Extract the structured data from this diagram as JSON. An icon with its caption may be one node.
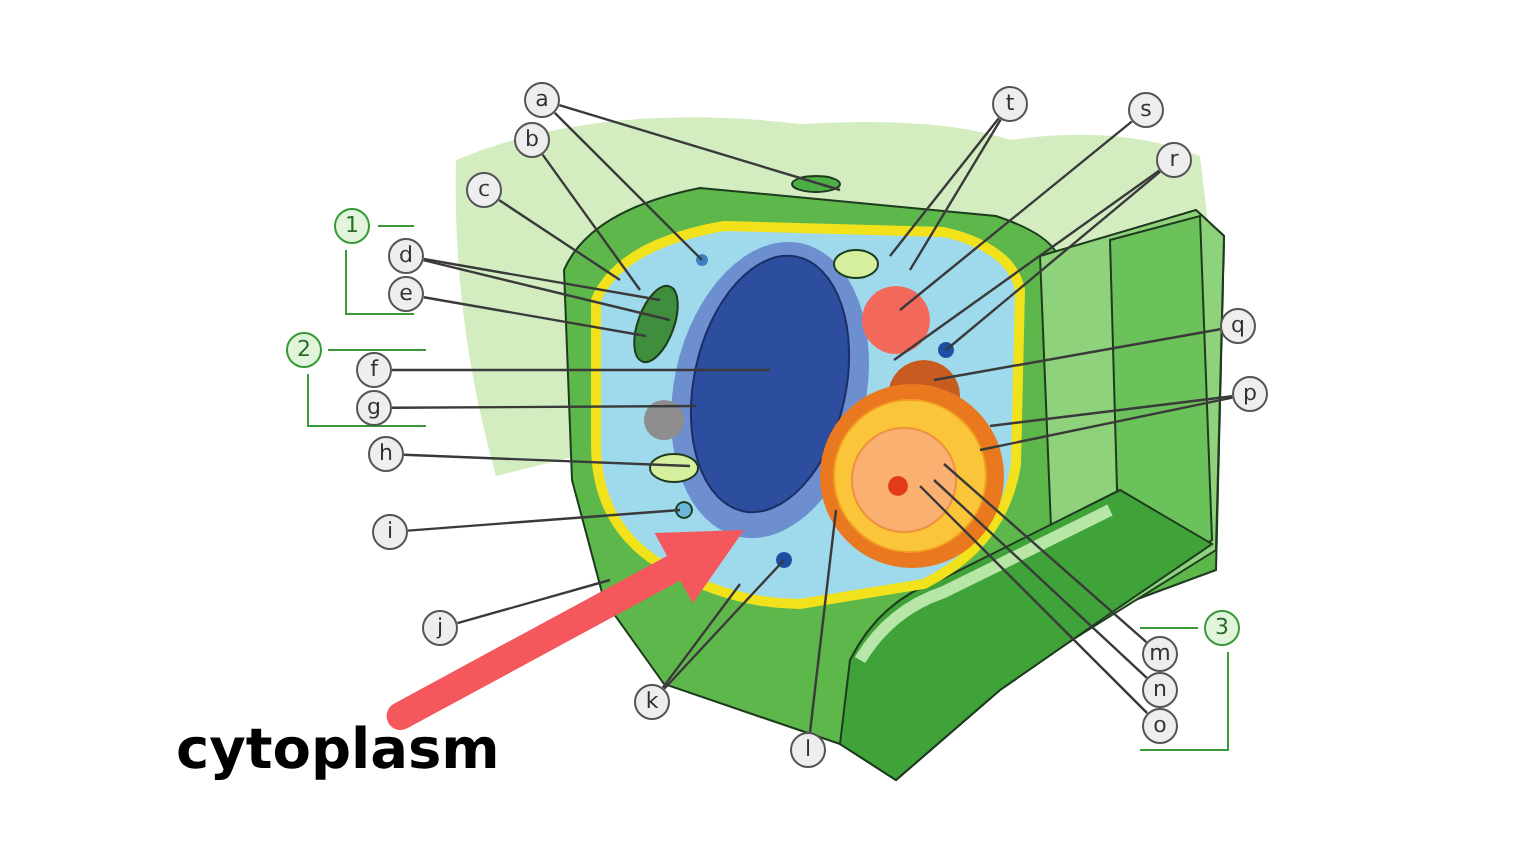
{
  "diagram": {
    "nodes": [
      {
        "text": [
          "a"
        ]
      },
      {
        "text": [
          "b"
        ]
      },
      {
        "text": [
          "c"
        ]
      },
      {
        "text": [
          "1"
        ]
      },
      {
        "text": [
          "d"
        ]
      },
      {
        "text": [
          "e"
        ]
      },
      {
        "text": [
          "2"
        ]
      },
      {
        "text": [
          "f"
        ]
      },
      {
        "text": [
          "g"
        ]
      },
      {
        "text": [
          "h"
        ]
      },
      {
        "text": [
          "i"
        ]
      },
      {
        "text": [
          "j"
        ]
      },
      {
        "text": [
          "k"
        ]
      },
      {
        "text": [
          "l"
        ]
      },
      {
        "text": [
          "t"
        ]
      },
      {
        "text": [
          "s"
        ]
      },
      {
        "text": [
          "r"
        ]
      },
      {
        "text": [
          "q"
        ]
      },
      {
        "text": [
          "p"
        ]
      },
      {
        "text": [
          "m"
        ]
      },
      {
        "text": [
          "3"
        ]
      },
      {
        "text": [
          "n"
        ]
      },
      {
        "text": [
          "o"
        ]
      },
      {
        "text": [
          "cytoplasm"
        ]
      }
    ],
    "edges": [
      {
        "from": 0,
        "to": null,
        "arrow": "none"
      },
      {
        "from": 0,
        "to": null,
        "arrow": "none"
      },
      {
        "from": 1,
        "to": null,
        "arrow": "none"
      },
      {
        "from": 2,
        "to": null,
        "arrow": "none"
      },
      {
        "from": 4,
        "to": null,
        "arrow": "none"
      },
      {
        "from": 4,
        "to": null,
        "arrow": "none"
      },
      {
        "from": 5,
        "to": null,
        "arrow": "none"
      },
      {
        "from": 7,
        "to": null,
        "arrow": "none"
      },
      {
        "from": 8,
        "to": null,
        "arrow": "none"
      },
      {
        "from": 9,
        "to": null,
        "arrow": "none"
      },
      {
        "from": 10,
        "to": null,
        "arrow": "none"
      },
      {
        "from": 11,
        "to": null,
        "arrow": "none"
      },
      {
        "from": 12,
        "to": null,
        "arrow": "none"
      },
      {
        "from": 12,
        "to": null,
        "arrow": "none"
      },
      {
        "from": 13,
        "to": null,
        "arrow": "none"
      },
      {
        "from": 14,
        "to": null,
        "arrow": "none"
      },
      {
        "from": 14,
        "to": null,
        "arrow": "none"
      },
      {
        "from": 15,
        "to": null,
        "arrow": "none"
      },
      {
        "from": 16,
        "to": null,
        "arrow": "none"
      },
      {
        "from": 16,
        "to": null,
        "arrow": "none"
      },
      {
        "from": 17,
        "to": null,
        "arrow": "none"
      },
      {
        "from": 18,
        "to": null,
        "arrow": "none"
      },
      {
        "from": 18,
        "to": null,
        "arrow": "none"
      },
      {
        "from": 19,
        "to": null,
        "arrow": "none"
      },
      {
        "from": 21,
        "to": null,
        "arrow": "none"
      },
      {
        "from": 22,
        "to": null,
        "arrow": "none"
      },
      {
        "from": 23,
        "to": null,
        "arrow": "to",
        "style": "thick",
        "color": "#f5585c"
      }
    ]
  }
}
